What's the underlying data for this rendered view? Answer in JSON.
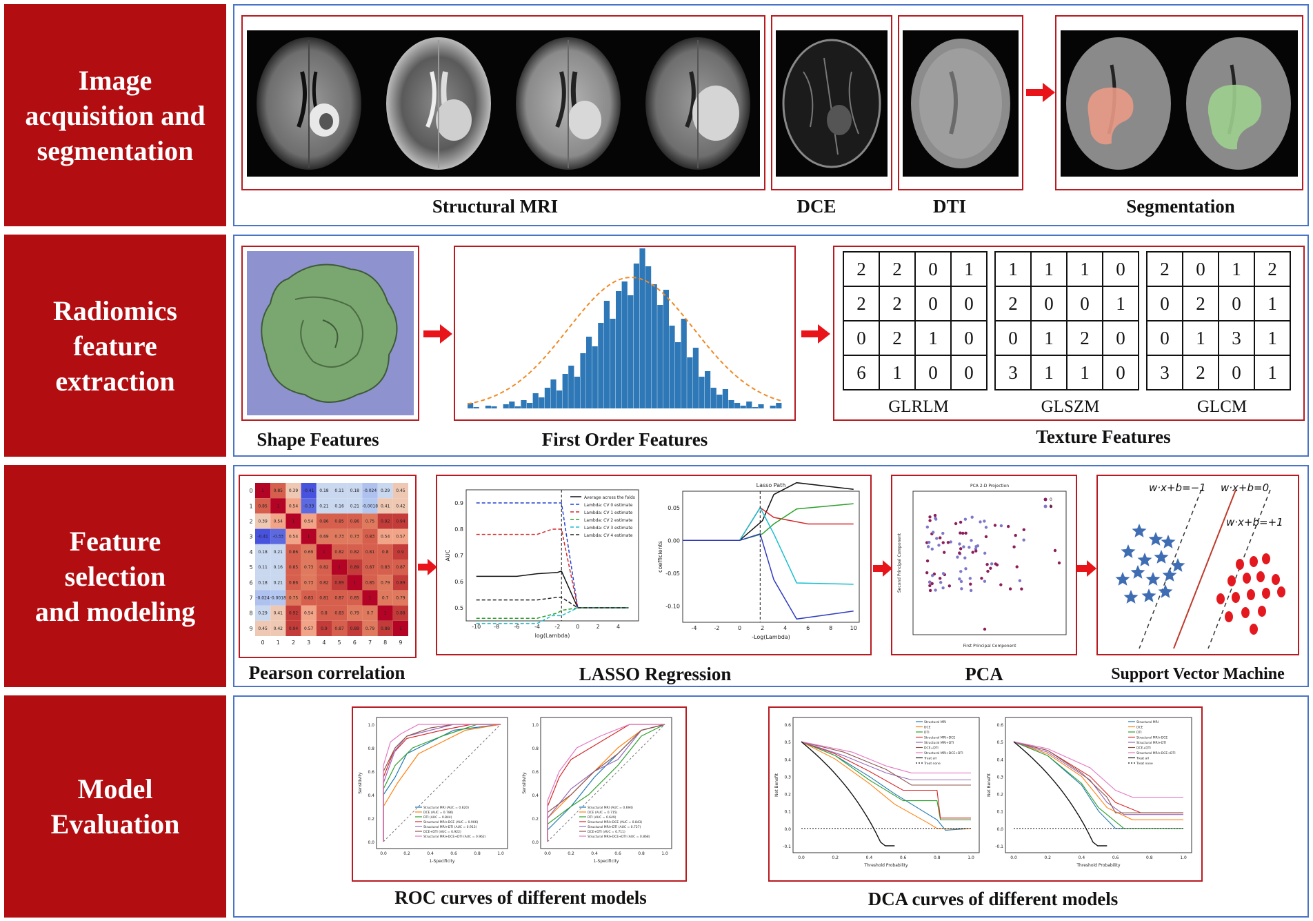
{
  "stages": [
    {
      "lines": [
        "Image",
        "acquisition and",
        "segmentation"
      ]
    },
    {
      "lines": [
        "Radiomics",
        "feature",
        "extraction"
      ]
    },
    {
      "lines": [
        "Feature",
        "selection",
        "and modeling"
      ]
    },
    {
      "lines": [
        "Model",
        "Evaluation"
      ]
    }
  ],
  "row1": {
    "captions": {
      "structural": "Structural MRI",
      "dce": "DCE",
      "dti": "DTI",
      "segmentation": "Segmentation"
    }
  },
  "row2": {
    "captions": {
      "shape": "Shape Features",
      "first_order": "First Order Features",
      "texture": "Texture Features"
    },
    "matrices": [
      {
        "name": "GLRLM",
        "rows": [
          [
            "2",
            "2",
            "0",
            "1"
          ],
          [
            "2",
            "2",
            "0",
            "0"
          ],
          [
            "0",
            "2",
            "1",
            "0"
          ],
          [
            "6",
            "1",
            "0",
            "0"
          ]
        ]
      },
      {
        "name": "GLSZM",
        "rows": [
          [
            "1",
            "1",
            "1",
            "0"
          ],
          [
            "2",
            "0",
            "0",
            "1"
          ],
          [
            "0",
            "1",
            "2",
            "0"
          ],
          [
            "3",
            "1",
            "1",
            "0"
          ]
        ]
      },
      {
        "name": "GLCM",
        "rows": [
          [
            "2",
            "0",
            "1",
            "2"
          ],
          [
            "0",
            "2",
            "0",
            "1"
          ],
          [
            "0",
            "1",
            "3",
            "1"
          ],
          [
            "3",
            "2",
            "0",
            "1"
          ]
        ]
      }
    ]
  },
  "row3": {
    "captions": {
      "pearson": "Pearson correlation",
      "lasso": "LASSO Regression",
      "pca": "PCA",
      "svm": "Support Vector Machine"
    },
    "heatmap": {
      "ticks": [
        "0",
        "1",
        "2",
        "3",
        "4",
        "5",
        "6",
        "7",
        "8",
        "9"
      ],
      "values": [
        [
          "1",
          "0.85",
          "0.39",
          "-0.41",
          "0.18",
          "0.11",
          "0.18",
          "-0.024",
          "0.29",
          "0.45"
        ],
        [
          "0.85",
          "1",
          "0.54",
          "-0.33",
          "0.21",
          "0.16",
          "0.21",
          "-0.0018",
          "0.41",
          "0.42"
        ],
        [
          "0.39",
          "0.54",
          "1",
          "0.54",
          "0.86",
          "0.85",
          "0.86",
          "0.75",
          "0.92",
          "0.94"
        ],
        [
          "-0.41",
          "-0.33",
          "0.54",
          "1",
          "0.69",
          "0.73",
          "0.73",
          "0.83",
          "0.54",
          "0.57"
        ],
        [
          "0.18",
          "0.21",
          "0.86",
          "0.69",
          "1",
          "0.82",
          "0.82",
          "0.81",
          "0.8",
          "0.9"
        ],
        [
          "0.11",
          "0.16",
          "0.85",
          "0.73",
          "0.82",
          "1",
          "0.89",
          "0.87",
          "0.83",
          "0.87"
        ],
        [
          "0.18",
          "0.21",
          "0.86",
          "0.73",
          "0.82",
          "0.89",
          "1",
          "0.85",
          "0.79",
          "0.89"
        ],
        [
          "-0.024",
          "-0.0018",
          "0.75",
          "0.83",
          "0.81",
          "0.87",
          "0.85",
          "1",
          "0.7",
          "0.79"
        ],
        [
          "0.29",
          "0.41",
          "0.92",
          "0.54",
          "0.8",
          "0.83",
          "0.79",
          "0.7",
          "1",
          "0.88"
        ],
        [
          "0.45",
          "0.42",
          "0.94",
          "0.57",
          "0.9",
          "0.87",
          "0.89",
          "0.79",
          "0.88",
          "1"
        ]
      ]
    },
    "lasso_cv": {
      "ylabel": "AUC",
      "xlabel": "log(Lambda)",
      "yticks": [
        "0.9",
        "0.8",
        "0.7",
        "0.6",
        "0.5"
      ],
      "xticks": [
        "-10",
        "-8",
        "-6",
        "-4",
        "-2",
        "0",
        "2",
        "4"
      ],
      "legend": [
        "Average across the folds",
        "Lambda: CV 0 estimate",
        "Lambda: CV 1 estimate",
        "Lambda: CV 2 estimate",
        "Lambda: CV 3 estimate",
        "Lambda: CV 4 estimate"
      ]
    },
    "lasso_path": {
      "title": "Lasso Path",
      "ylabel": "coefficients",
      "xlabel": "-Log(Lambda)",
      "yticks": [
        "0.05",
        "0.00",
        "-0.05",
        "-0.10"
      ],
      "xticks": [
        "-4",
        "-2",
        "0",
        "2",
        "4",
        "6",
        "8",
        "10"
      ]
    },
    "pca_plot": {
      "title": "PCA 2-D Projection",
      "xlabel": "First Principal Component",
      "ylabel": "Second Principal Component",
      "legend": [
        "0",
        "1"
      ]
    },
    "svm": {
      "eq_left": "w·x+b=−1",
      "eq_mid": "w·x+b=0",
      "eq_right": "w·x+b=+1"
    }
  },
  "row4": {
    "captions": {
      "roc": "ROC curves of different models",
      "dca": "DCA curves  of different models"
    },
    "roc_xlabel": "1-Specificity",
    "roc_ylabel": "Sensitivity",
    "roc_left_legend": [
      "Structural MRI (AUC = 0.820)",
      "DCE (AUC = 0.786)",
      "DTI (AUC = 0.844)",
      "Structural MRI+DCE (AUC = 0.906)",
      "Structural MRI+DTI (AUC = 0.913)",
      "DCE+DTI (AUC = 0.922)",
      "Structural MRI+DCE+DTI (AUC = 0.962)"
    ],
    "roc_right_legend": [
      "Structural MRI (AUC = 0.694)",
      "DCE (AUC = 0.715)",
      "DTI (AUC = 0.649)",
      "Structural MRI+DCE (AUC = 0.843)",
      "Structural MRI+DTI (AUC = 0.727)",
      "DCE+DTI (AUC = 0.711)",
      "Structural MRI+DCE+DTI (AUC = 0.868)"
    ],
    "dca_xlabel": "Threshold Probability",
    "dca_ylabel": "Net Benefit",
    "dca_legend": [
      "Structural MRI",
      "DCE",
      "DTI",
      "Structural MRI+DCE",
      "Structural MRI+DTI",
      "DCE+DTI",
      "Structural MRI+DCE+DTI",
      "Treat all",
      "Treat none"
    ]
  },
  "colors": {
    "stage_red": "#b20e12",
    "panel_blue": "#4a74c7",
    "frame_red": "#b81a1f",
    "arrow_red": "#e8141a"
  }
}
